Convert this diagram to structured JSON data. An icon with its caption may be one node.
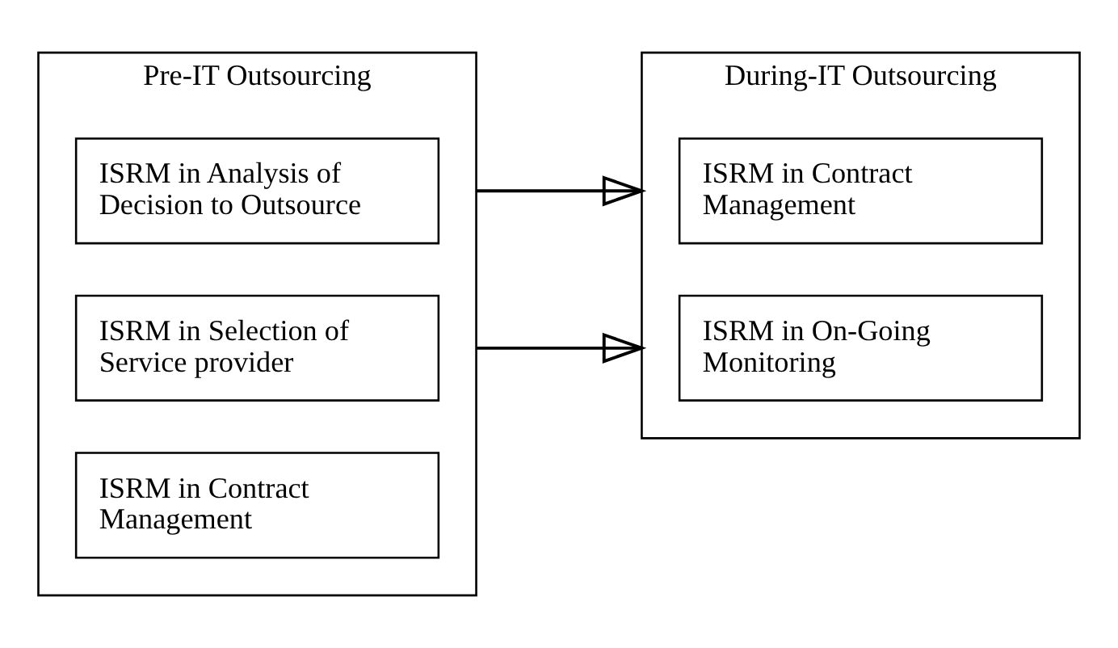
{
  "diagram": {
    "nodes": [
      {
        "text": [
          "Pre-IT Outsourcing"
        ]
      },
      {
        "text": [
          "ISRM in Analysis of Decision to Outsource"
        ],
        "in": 0
      },
      {
        "text": [
          "ISRM in Selection of Service provider"
        ],
        "in": 0
      },
      {
        "text": [
          "ISRM in Contract Management"
        ],
        "in": 0
      },
      {
        "text": [
          "During-IT Outsourcing"
        ]
      },
      {
        "text": [
          "ISRM in Contract Management"
        ],
        "in": 4
      },
      {
        "text": [
          "ISRM in On-Going Monitoring"
        ],
        "in": 4
      }
    ],
    "edges": [
      {
        "from": 0,
        "to": 4,
        "arrow": "to"
      },
      {
        "from": 0,
        "to": 4,
        "arrow": "to"
      }
    ]
  }
}
